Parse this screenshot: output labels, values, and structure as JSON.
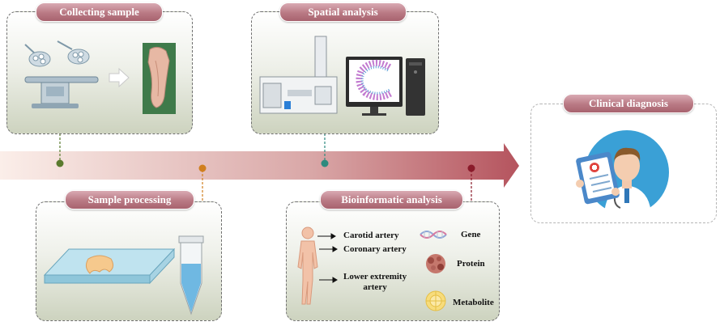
{
  "stages": {
    "collecting": {
      "title": "Collecting sample"
    },
    "spatial": {
      "title": "Spatial analysis"
    },
    "processing": {
      "title": "Sample processing"
    },
    "bioinformatic": {
      "title": "Bioinformatic analysis",
      "arteries": [
        "Carotid artery",
        "Coronary artery",
        "Lower extremity\nartery"
      ],
      "omics": [
        "Gene",
        "Protein",
        "Metabolite"
      ]
    },
    "clinical": {
      "title": "Clinical diagnosis"
    }
  },
  "colors": {
    "arrow_start": "#fbeee9",
    "arrow_end": "#b5545e",
    "dot_collecting": "#5a7a2e",
    "dot_processing": "#d07f1f",
    "dot_spatial": "#2d8a7e",
    "dot_bioinformatic": "#8a1a2a"
  }
}
